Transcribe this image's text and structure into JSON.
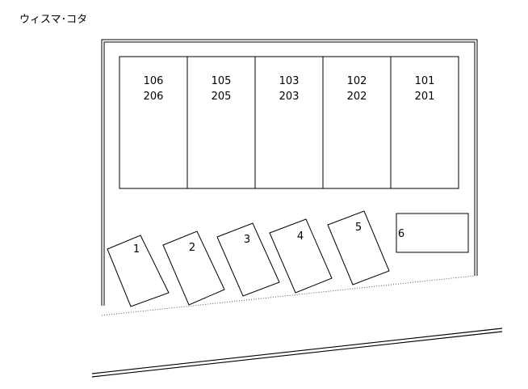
{
  "title": "ウィスマ･コタ",
  "building": {
    "units": [
      {
        "lower": "106",
        "upper": "206"
      },
      {
        "lower": "105",
        "upper": "205"
      },
      {
        "lower": "103",
        "upper": "203"
      },
      {
        "lower": "102",
        "upper": "202"
      },
      {
        "lower": "101",
        "upper": "201"
      }
    ]
  },
  "parking": {
    "spaces": [
      "1",
      "2",
      "3",
      "4",
      "5",
      "6"
    ]
  }
}
